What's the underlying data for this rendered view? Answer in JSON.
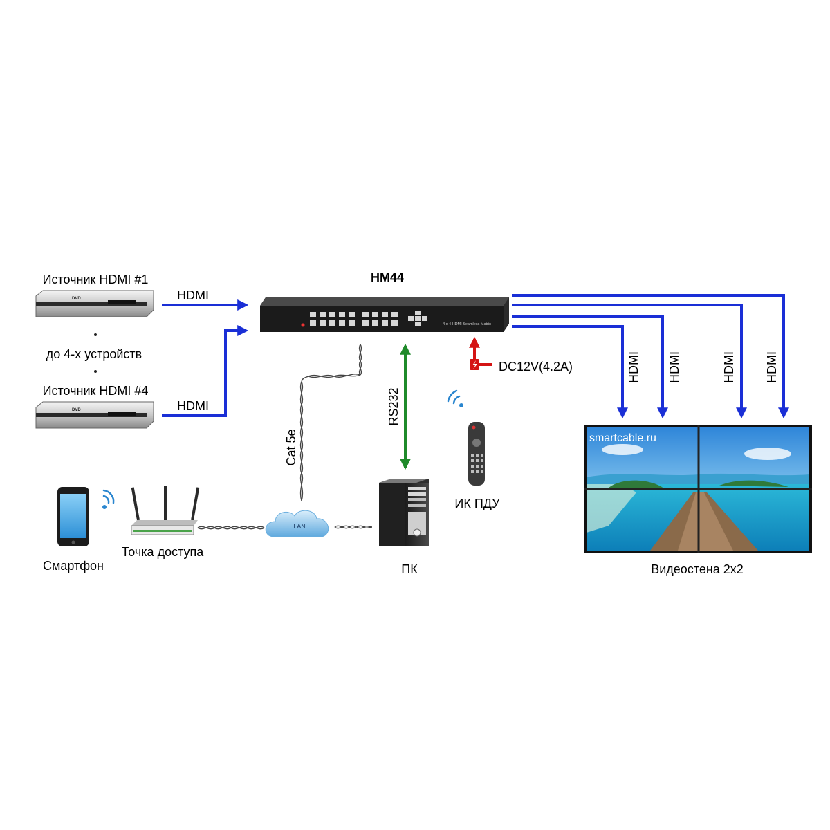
{
  "switch": {
    "title": "HM44",
    "front_text": "4 x 4 HDMI Seamless Matrix"
  },
  "sources": {
    "source1_label": "Источник HDMI #1",
    "source4_label": "Источник HDMI #4",
    "range_label": "до 4-х устройств",
    "player_badge": "DVD"
  },
  "links": {
    "hdmi_in_1": "HDMI",
    "hdmi_in_4": "HDMI",
    "hdmi_out": [
      "HDMI",
      "HDMI",
      "HDMI",
      "HDMI"
    ],
    "cat5e": "Cat 5e",
    "rs232": "RS232",
    "power": "DC12V(4.2A)",
    "lan": "LAN"
  },
  "devices": {
    "pc": "ПК",
    "remote": "ИК ПДУ",
    "smartphone": "Смартфон",
    "access_point": "Точка доступа",
    "videowall": "Видеостена 2x2",
    "videowall_watermark": "smartcable.ru"
  },
  "colors": {
    "hdmi_arrow": "#1a2fd6",
    "rs232_arrow": "#1f8a2a",
    "power_arrow": "#d41414"
  }
}
